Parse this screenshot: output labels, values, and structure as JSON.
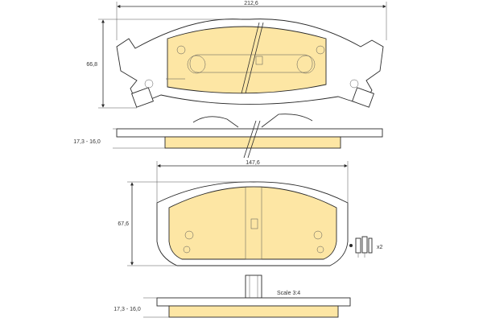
{
  "dimensions": {
    "top_width": "212,6",
    "top_height": "66,8",
    "top_thickness": "17,3 - 16,0",
    "bottom_width": "147,6",
    "bottom_height": "67,6",
    "bottom_thickness": "17,3 - 16,0"
  },
  "clip_quantity": "x2",
  "scale_label": "Scale 3:4",
  "colors": {
    "friction_material": "#fde6a4",
    "outline": "#2a2a2a",
    "background": "#ffffff"
  }
}
